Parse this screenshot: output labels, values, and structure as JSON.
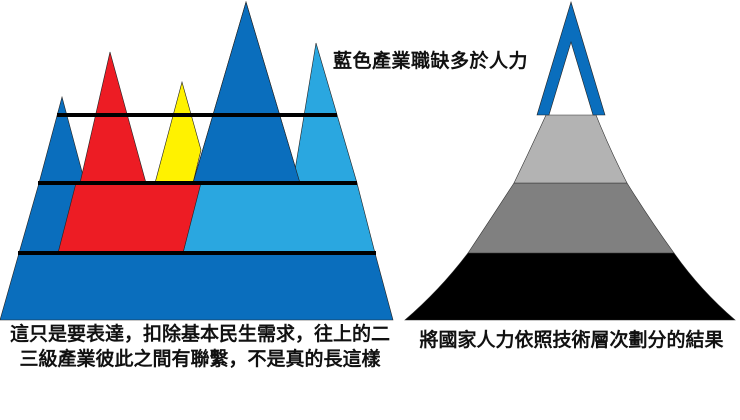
{
  "title_top": "藍色產業職缺多於人力",
  "caption_left": "這只是要表達，扣除基本民生需求，往上的二三級產業彼此之間有聯繫，不是真的長這樣",
  "caption_right": "將國家人力依照技術層次劃分的結果",
  "colors": {
    "dark_blue": "#0a6ebd",
    "light_blue": "#2aa7e0",
    "red": "#ed1c24",
    "yellow": "#fff200",
    "light_gray": "#b3b3b3",
    "mid_gray": "#808080",
    "black": "#000000"
  },
  "left_diagram": {
    "description": "Overlapping mountain peaks of industries on a base pyramid divided by three black horizontal lines",
    "peaks": [
      "small-dark-blue",
      "red",
      "yellow",
      "tall-dark-blue",
      "light-blue"
    ]
  },
  "right_diagram": {
    "description": "Curved pyramid of national workforce by skill level with blue hollow apex",
    "tiers": [
      "blue-apex-outline",
      "light-gray",
      "mid-gray",
      "black-base"
    ]
  }
}
